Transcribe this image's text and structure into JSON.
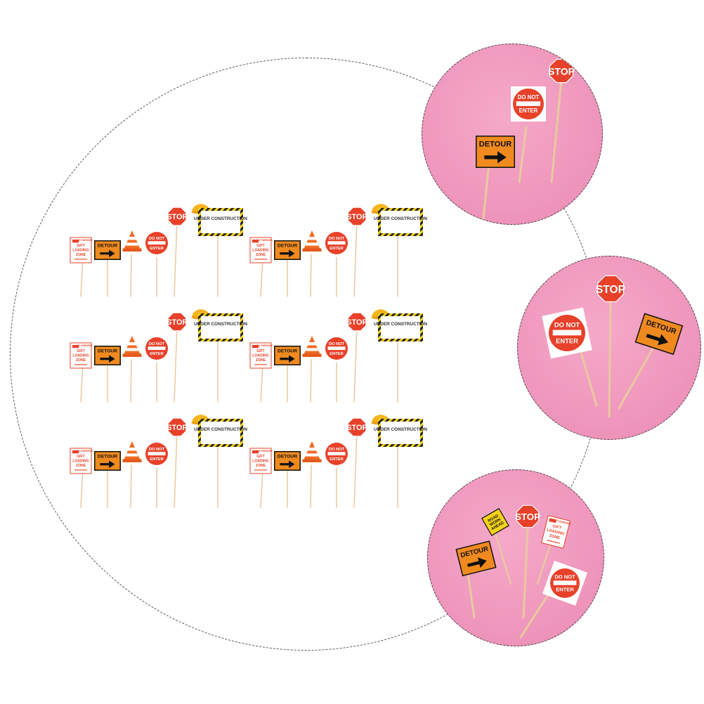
{
  "image": {
    "kind": "product-photo-collage",
    "subject": "construction themed cupcake toppers",
    "background": "#ffffff",
    "detail_background": "#ef97bd"
  },
  "sign_text": {
    "stop": "STOP",
    "do_not": "DO NOT",
    "enter": "ENTER",
    "detour": "DETOUR",
    "under_construction": "UNDER CONSTRUCTION",
    "no_parking": "NO PARKING",
    "gift": "GIFT",
    "loading": "LOADING",
    "zone": "ZONE",
    "road": "ROAD",
    "work": "WORK",
    "ahead": "AHEAD"
  },
  "colors": {
    "stop_red": "#e8412a",
    "detour_orange": "#f08a1f",
    "helmet_yellow": "#f6b41c",
    "road_yellow": "#f5d21a",
    "stick": "#e8c9a0",
    "hazard": "#222222"
  },
  "sets": {
    "grid_rows": 3,
    "grid_cols": 2
  }
}
